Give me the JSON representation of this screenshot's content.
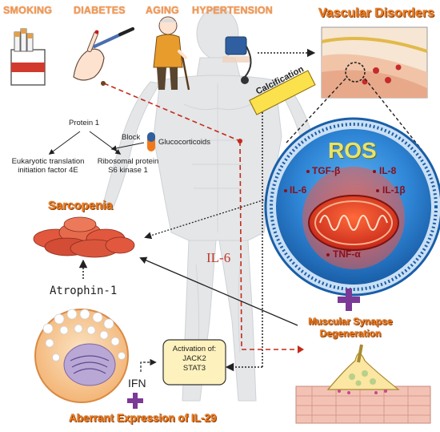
{
  "risk_factors": [
    "SMOKING",
    "DIABETES",
    "AGING",
    "HYPERTENSION"
  ],
  "vascular_disorders": "Vascular Disorders",
  "calcification": "Calcification",
  "protein_1": "Protein 1",
  "block_label": "Block",
  "glucocorticoids": "Glucocorticoids",
  "eif4e": [
    "Eukaryotic translation",
    "initiation factor 4E"
  ],
  "s6k1": [
    "Ribosomal protein",
    "S6 kinase 1"
  ],
  "sarcopenia": "Sarcopenia",
  "atrophin": "Atrophin-1",
  "il6_center": "IL-6",
  "ros": "ROS",
  "cytokines": [
    "TGF-β",
    "IL-8",
    "IL-6",
    "IL-1β",
    "TNF-α"
  ],
  "muscular_synapse": [
    "Muscular Synapse",
    "Degeneration"
  ],
  "activation": [
    "Activation of:",
    "JACK2",
    "STAT3"
  ],
  "ifn": "IFN",
  "aberrant_expression": "Aberrant Expression of IL-29",
  "colors": {
    "accent_orange": "#f07a1a",
    "risk_orange": "#f29a57",
    "ros_blue": "#1f78c8",
    "ros_text": "#e9e36a",
    "cytokine_red": "#8b0f1a",
    "plus_purple": "#7b3a96",
    "dashed_red": "#c42a1a",
    "il6_red": "#c0392b"
  },
  "icons": [
    "cigarette-pack-icon",
    "glucose-test-icon",
    "elderly-person-icon",
    "blood-pressure-cuff-icon",
    "blood-vessel-icon",
    "mitochondrion-icon",
    "muscle-fibers-icon",
    "cell-icon",
    "synapse-icon"
  ]
}
